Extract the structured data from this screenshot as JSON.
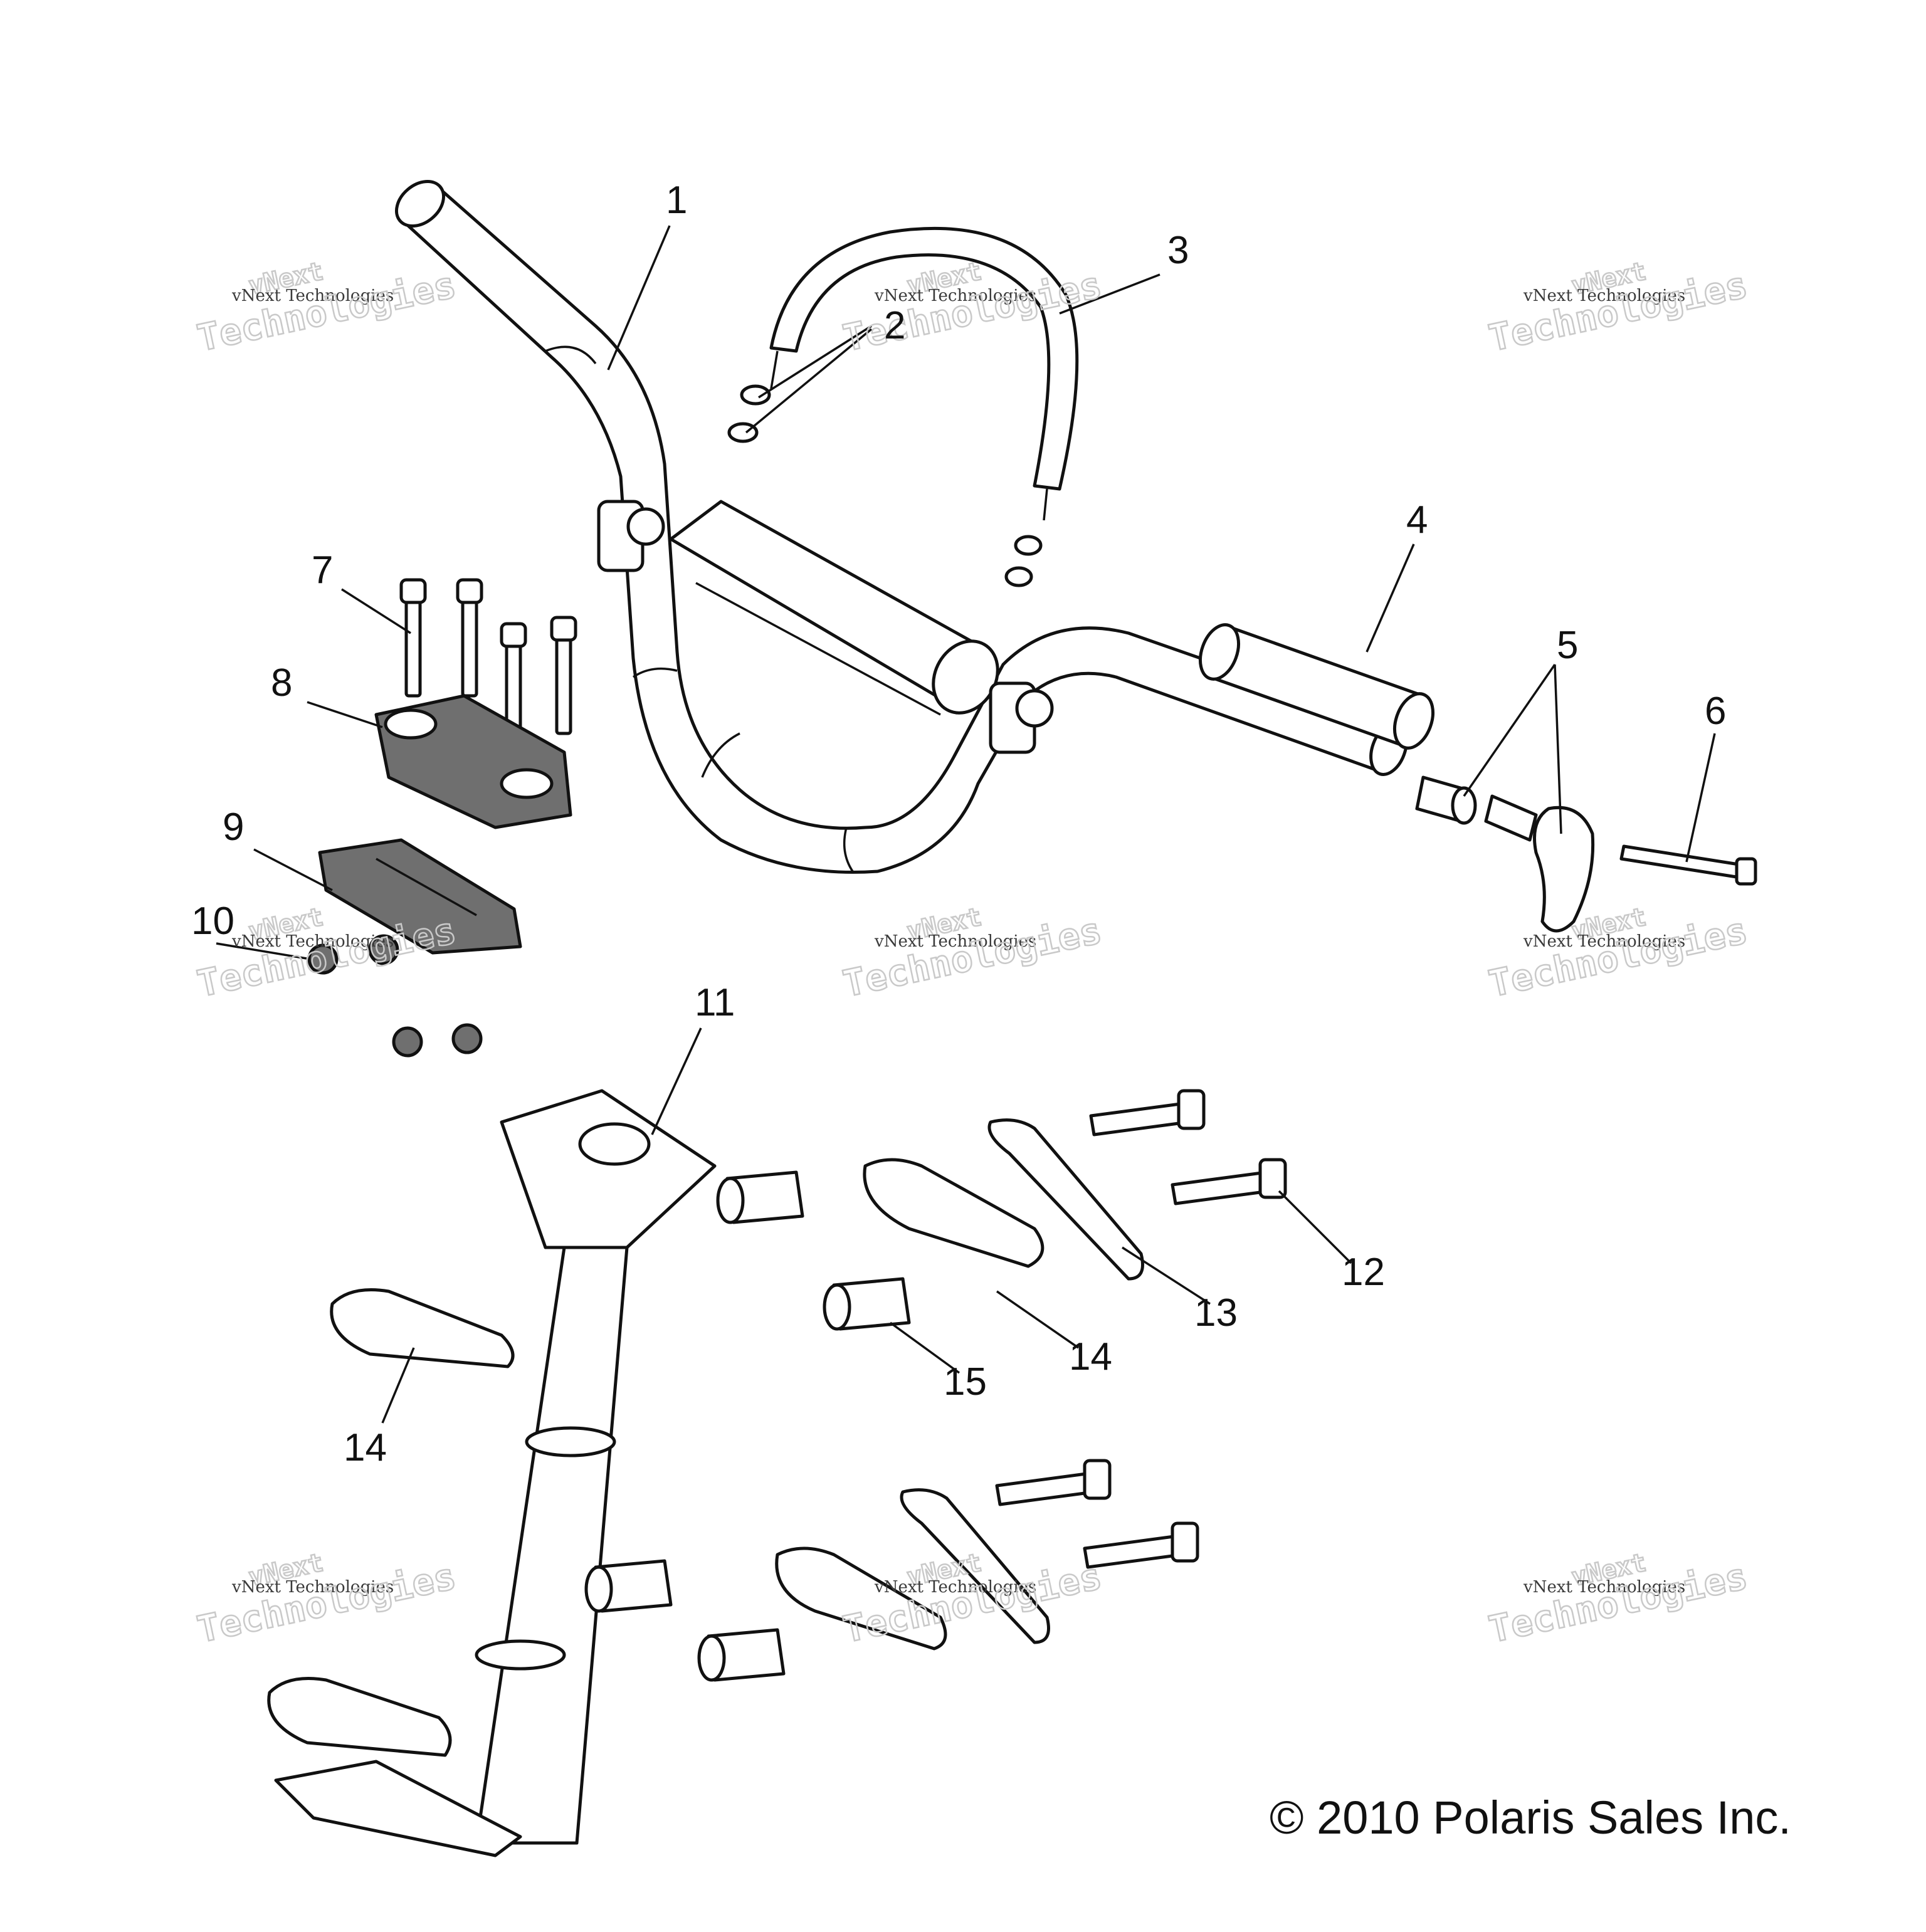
{
  "callouts": {
    "c1": "1",
    "c2": "2",
    "c3": "3",
    "c4": "4",
    "c5": "5",
    "c6": "6",
    "c7": "7",
    "c8": "8",
    "c9": "9",
    "c10": "10",
    "c11": "11",
    "c12": "12",
    "c13": "13",
    "c14a": "14",
    "c14b": "14",
    "c15": "15"
  },
  "watermark": {
    "line1": "vNext",
    "line2": "vNext Technologies",
    "line3": "Technologies"
  },
  "copyright": "© 2010 Polaris Sales Inc."
}
